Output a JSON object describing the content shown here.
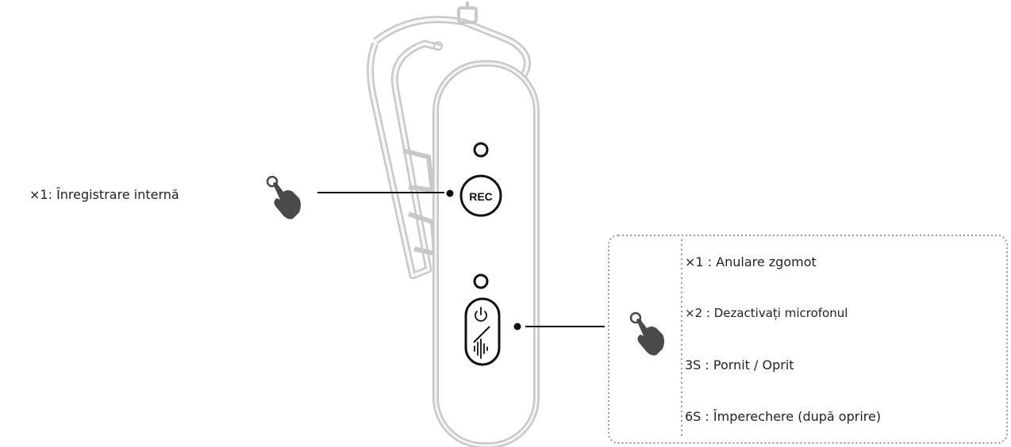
{
  "rec_button": {
    "label": "REC",
    "action_text": "×1: Înregistrare internă"
  },
  "power_button": {
    "options": [
      {
        "text": "×1 : Anulare zgomot"
      },
      {
        "text": "×2 : Dezactivați microfonul"
      },
      {
        "text": "3S : Pornit / Oprit"
      },
      {
        "text": "6S : Împerechere (după oprire)"
      }
    ]
  },
  "icons": [
    "tap-hand-icon",
    "power-icon",
    "mute-waveform-icon",
    "led-indicator-icon"
  ],
  "colors": {
    "outline": "#222222",
    "clip": "#c8c8c8",
    "hand": "#4a4a4a",
    "dotted_box": "#9a9a9a"
  }
}
